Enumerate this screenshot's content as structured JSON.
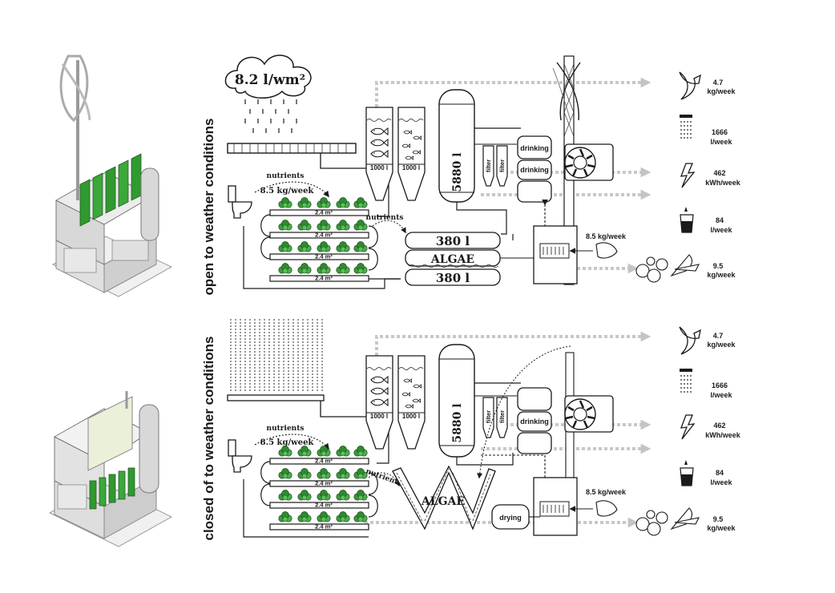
{
  "colors": {
    "plant_green": "#3a9a3a",
    "flow_arrow": "#c8c8c8",
    "line": "#1a1a1a",
    "metal": "#d4d4d4"
  },
  "sections": [
    {
      "label": "open to weather conditions",
      "rain_label": "8.2 l/wm²",
      "nutrients_label_1": "nutrients",
      "nutrients_rate": "8.5 kg/week",
      "nutrients_label_2": "nutrients",
      "bed_areas": [
        "2.4 m²",
        "2.4 m²",
        "2.4 m²",
        "2.4 m²"
      ],
      "fish_tank_1": "1000 l",
      "fish_tank_2": "1000 l",
      "big_tank": "5880 l",
      "filter_1": "filter",
      "filter_2": "filter",
      "drinking_1": "drinking",
      "drinking_2": "drinking",
      "tank_380_top": "380 l",
      "algae": "ALGAE",
      "tank_380_bottom": "380 l",
      "waste_rate": "8.5 kg/week",
      "out_fish": "4.7",
      "out_fish_unit": "kg/week",
      "out_water": "1666",
      "out_water_unit": "l/week",
      "out_energy": "462",
      "out_energy_unit": "kWh/week",
      "out_drink": "84",
      "out_drink_unit": "l/week",
      "out_veg": "9.5",
      "out_veg_unit": "kg/week"
    },
    {
      "label": "closed of to weather conditions",
      "nutrients_label_1": "nutrients",
      "nutrients_rate": "8.5 kg/week",
      "nutrients_label_2": "nutrients",
      "bed_areas": [
        "2.4 m²",
        "2.4 m²",
        "2.4 m²",
        "2.4 m²"
      ],
      "fish_tank_1": "1000 l",
      "fish_tank_2": "1000 l",
      "big_tank": "5880 l",
      "filter_1": "filter",
      "filter_2": "filter",
      "drinking_1": "drinking",
      "algae": "ALGAE",
      "drying": "drying",
      "waste_rate": "8.5 kg/week",
      "out_fish": "4.7",
      "out_fish_unit": "kg/week",
      "out_water": "1666",
      "out_water_unit": "l/week",
      "out_energy": "462",
      "out_energy_unit": "kWh/week",
      "out_drink": "84",
      "out_drink_unit": "l/week",
      "out_veg": "9.5",
      "out_veg_unit": "kg/week"
    }
  ]
}
